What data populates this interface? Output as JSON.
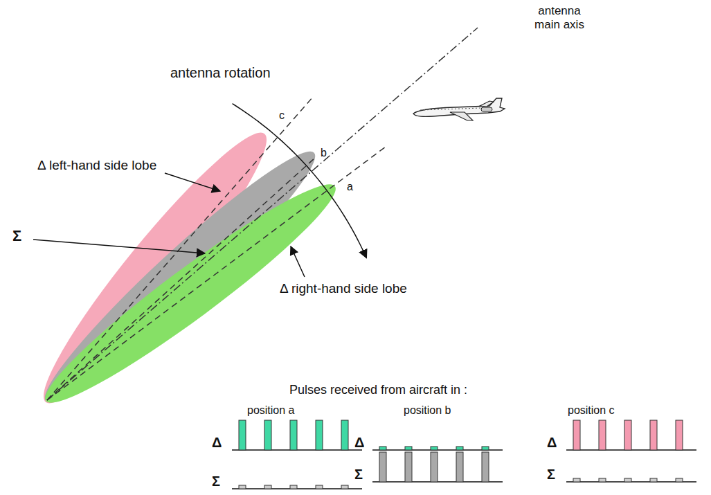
{
  "diagram": {
    "labels": [
      "antenna main axis",
      "antenna rotation",
      "Δ left-hand side lobe",
      "Σ",
      "c",
      "b",
      "a",
      "Δ right-hand side lobe",
      "Pulses received from aircraft in :",
      "position a",
      "position b",
      "position c",
      "Δ",
      "Σ",
      "Δ",
      "Σ",
      "Δ",
      "Σ"
    ]
  }
}
